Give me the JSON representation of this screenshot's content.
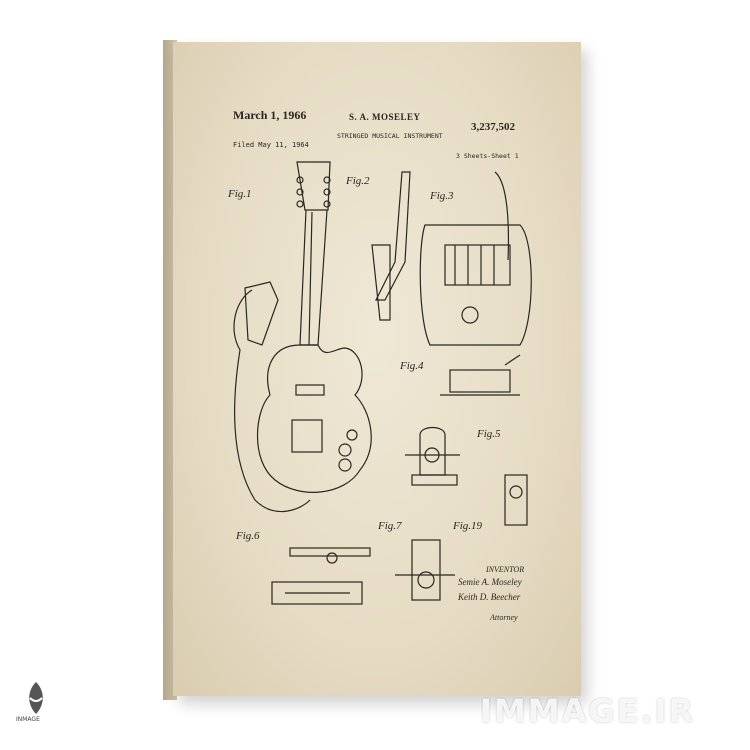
{
  "patent": {
    "date": "March 1, 1966",
    "inventor": "S. A. MOSELEY",
    "title": "STRINGED MUSICAL INSTRUMENT",
    "number": "3,237,502",
    "filed": "Filed May 11, 1964",
    "sheets": "3 Sheets-Sheet 1"
  },
  "signature": {
    "label": "INVENTOR",
    "name": "Semie A. Moseley",
    "attorney_name": "Keith D. Beecher",
    "attorney_label": "Attorney"
  },
  "figures": [
    "Fig.1",
    "Fig.2",
    "Fig.3",
    "Fig.4",
    "Fig.5",
    "Fig.6",
    "Fig.7",
    "Fig.19"
  ],
  "watermark": {
    "text": "IMMAGE.IR",
    "logo_text": "INMAGE"
  },
  "colors": {
    "paper": "#e6dcc4",
    "ink": "#2a2620"
  }
}
